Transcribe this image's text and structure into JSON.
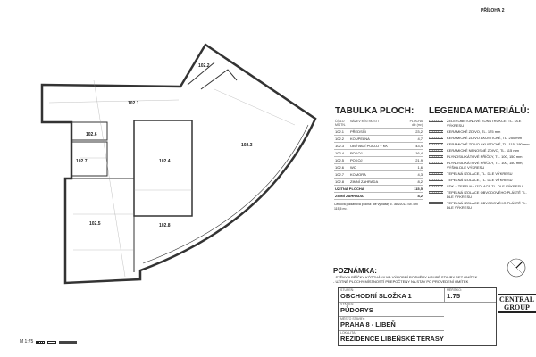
{
  "attachment_label": "PŘÍLOHA 2",
  "rooms": [
    "102.1",
    "102.2",
    "102.3",
    "102.4",
    "102.5",
    "102.6",
    "102.7",
    "102.8"
  ],
  "area_table": {
    "title": "TABULKA PLOCH:",
    "headers": [
      "ČÍSLO MÍSTN.",
      "NÁZEV MÍSTNOSTI",
      "PLOCHA dle (m²)"
    ],
    "rows": [
      [
        "102.1",
        "PŘEDSÍŇ",
        "23,2"
      ],
      [
        "102.2",
        "KOUPELNA",
        "4,7"
      ],
      [
        "102.3",
        "OBÝVACÍ POKOJ + KK",
        "43,4"
      ],
      [
        "102.4",
        "POKOJ",
        "16,4"
      ],
      [
        "102.5",
        "POKOJ",
        "21,9"
      ],
      [
        "102.6",
        "WC",
        "1,6"
      ],
      [
        "102.7",
        "KOMORA",
        "4,3"
      ],
      [
        "102.8",
        "ZIMNÍ ZAHRADA",
        "8,2"
      ]
    ],
    "total_label": "UŽITNÁ PLOCHA",
    "total_value": "115,5",
    "winter_label": "ZIMNÍ ZAHRADA",
    "winter_value": "8,2",
    "note": "Celková podlahová plocha: dle vyhlášky č. 366/2013 Sb. činí 115,5 m²."
  },
  "legend": {
    "title": "LEGENDA MATERIÁLŮ:",
    "items": [
      "ŽELEZOBETONOVÉ KONSTRUKCE, TL. DLE VÝKRESU",
      "KERAMICKÉ ZDIVO, TL. 175 mm",
      "KERAMICKÉ ZDIVO AKUSTICKÉ, TL. 250 mm",
      "KERAMICKÉ ZDIVO AKUSTICKÉ, TL. 115, 180 mm",
      "KERAMICKÉ NENOSNÉ ZDIVO, TL. 115 mm",
      "PLYNOSILIKÁTOVÉ PŘÍČKY, TL. 100, 150 mm",
      "PLYNOSILIKÁTOVÉ PŘÍČKY, TL. 100, 150 mm, VÝŠKA DLE VÝKRESU",
      "TEPELNÁ IZOLACE, TL. DLE VÝKRESU",
      "TEPELNÁ IZOLACE, TL. DLE VÝKRESU",
      "SDK + TEPELNÁ IZOLACE TL. DLE VÝKRESU",
      "TEPELNÁ IZOLACE OBVODOVÉHO PLÁŠTĚ TL. DLE VÝKRESU",
      "TEPELNÁ IZOLACE OBVODOVÉHO PLÁŠTĚ TL. DLE VÝKRESU"
    ]
  },
  "notes": {
    "title": "POZNÁMKA:",
    "lines": [
      "- STĚNY A PŘÍČKY KÓTOVÁNY NA VÝROBNÍ ROZMĚRY HRUBÉ STAVBY BEZ OMÍTEK",
      "- UŽITNÉ PLOCHY MÍSTNOSTÍ PŘEPOČTENY NA STAV PO PROVEDENÍ OMÍTEK"
    ]
  },
  "title_block": {
    "stage_label": "STUPEŇ:",
    "stage": "OBCHODNÍ SLOŽKA 1",
    "scale_label": "MĚŘÍTKO:",
    "scale": "1:75",
    "drawing_label": "VÝKRES:",
    "drawing": "PŮDORYS",
    "city_label": "MĚSTO STAVBY:",
    "city": "PRAHA 8 - LIBEŇ",
    "location_label": "LOKALITA:",
    "location": "REZIDENCE LIBEŇSKÉ TERASY"
  },
  "logo": {
    "line1": "CENTRAL",
    "line2": "GROUP"
  },
  "scale_bar": "M 1:75"
}
